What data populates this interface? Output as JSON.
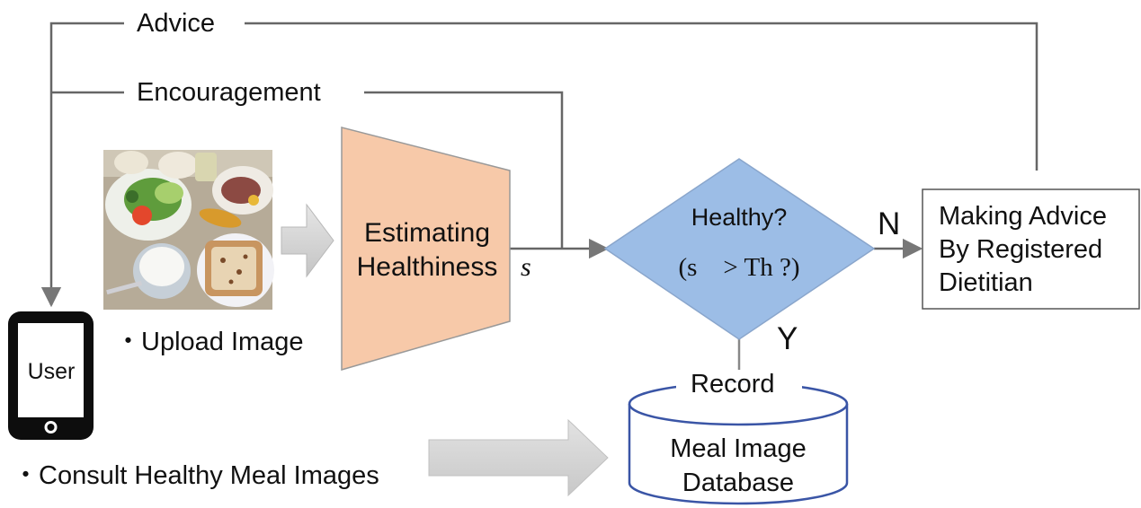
{
  "feedback": {
    "advice_label": "Advice",
    "encouragement_label": "Encouragement"
  },
  "user": {
    "label": "User",
    "icon": "smartphone-icon"
  },
  "upload": {
    "label": "・Upload Image",
    "photo": "meal-photo"
  },
  "estimator": {
    "label_line1": "Estimating",
    "label_line2": "Healthiness",
    "output_symbol": "s"
  },
  "decision": {
    "question": "Healthy?",
    "condition": "(s    > Th ?)",
    "no_label": "N",
    "yes_label": "Y"
  },
  "dietitian": {
    "line1": "Making Advice",
    "line2": "By Registered",
    "line3": "Dietitian"
  },
  "database": {
    "record_label": "Record",
    "line1": "Meal Image",
    "line2": "Database"
  },
  "consult": {
    "label": "・Consult Healthy Meal Images"
  },
  "colors": {
    "estimator_fill": "#f7c9a9",
    "diamond_fill": "#9cbde6",
    "database_stroke": "#3a55a6",
    "line": "#666666",
    "big_arrow": "#d4d4d4"
  }
}
